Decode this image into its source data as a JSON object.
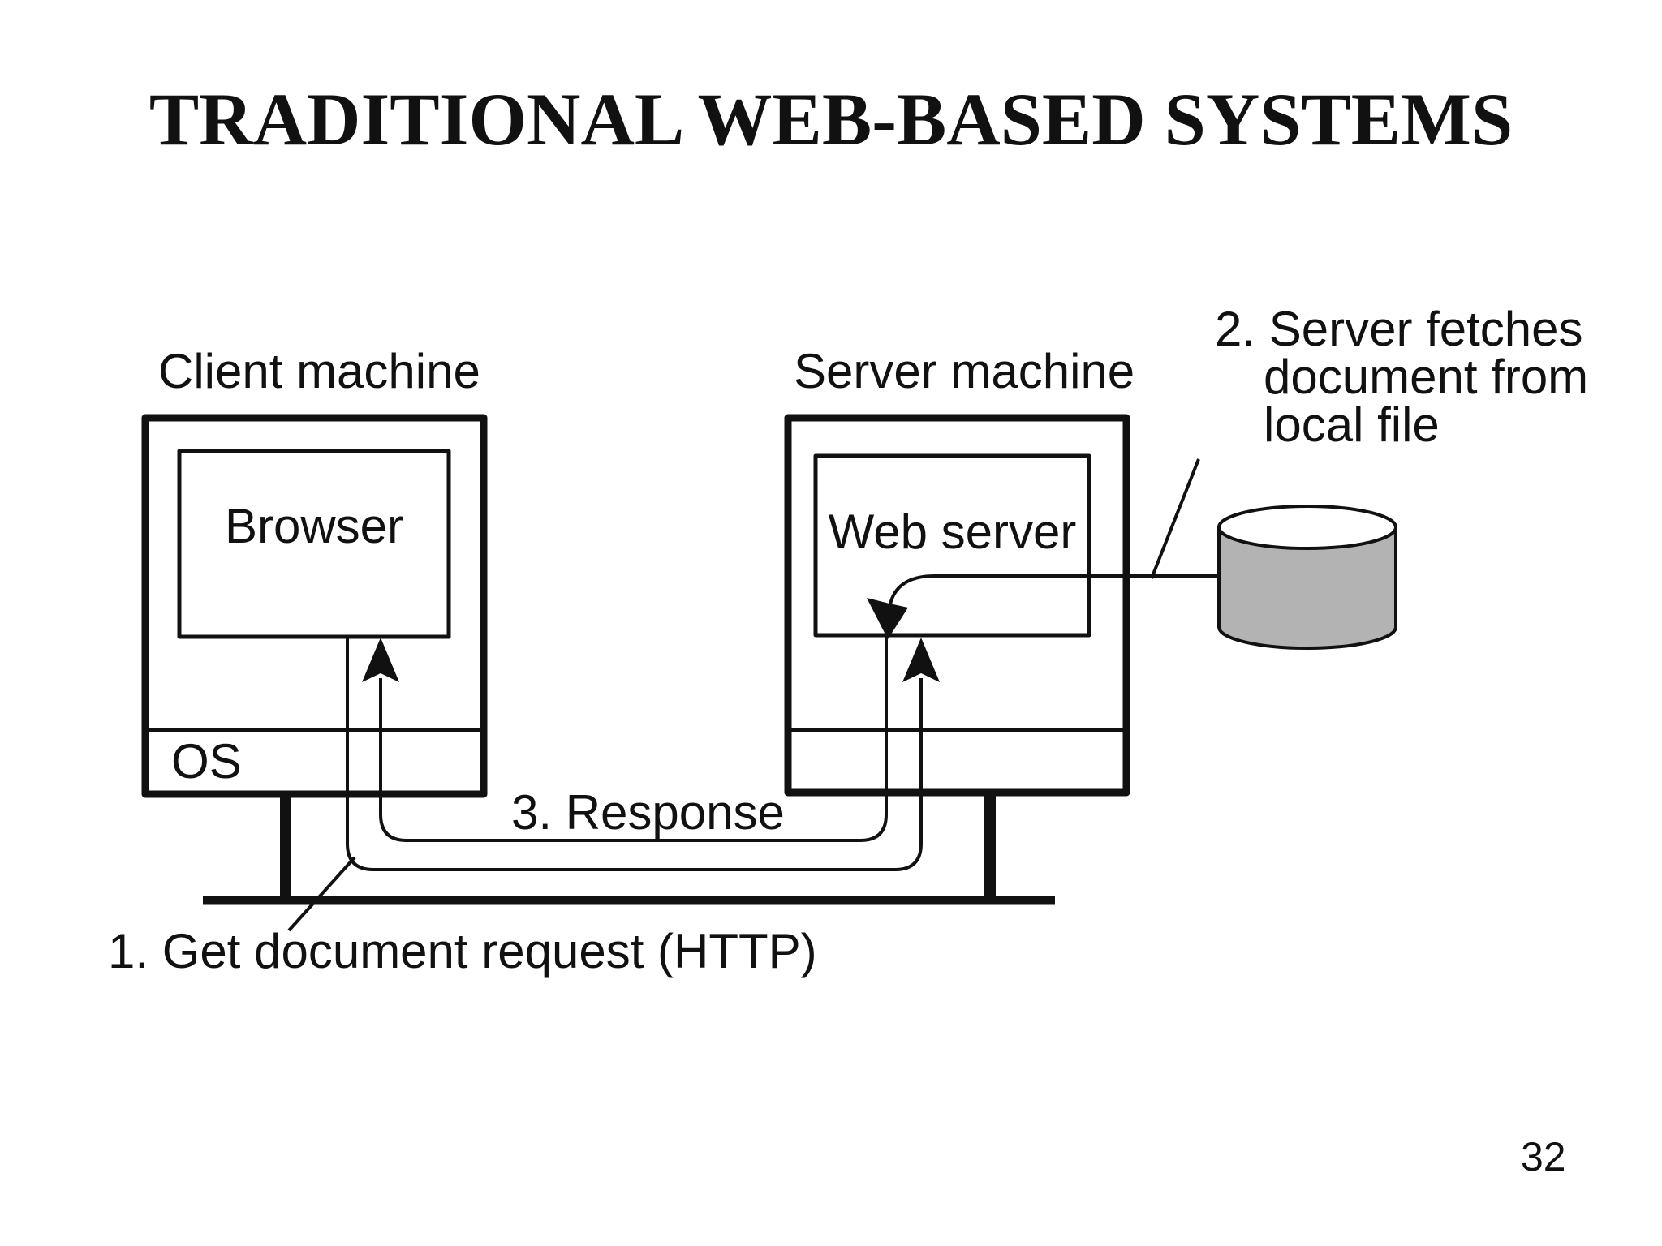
{
  "slide": {
    "title": "TRADITIONAL WEB-BASED SYSTEMS",
    "page_number": "32",
    "background_color": "#ffffff"
  },
  "diagram": {
    "line_color": "#111111",
    "client": {
      "label": "Client machine",
      "app_label": "Browser",
      "os_label": "OS"
    },
    "server": {
      "label": "Server machine",
      "app_label": "Web server"
    },
    "database": {
      "shape": "disk-cylinder",
      "fill_color": "#b3b3b3",
      "top_color": "#ffffff"
    },
    "steps": {
      "step1": "1. Get document request (HTTP)",
      "step2_line1": "2. Server fetches",
      "step2_line2": "document from",
      "step2_line3": "local file",
      "step3": "3. Response"
    }
  }
}
